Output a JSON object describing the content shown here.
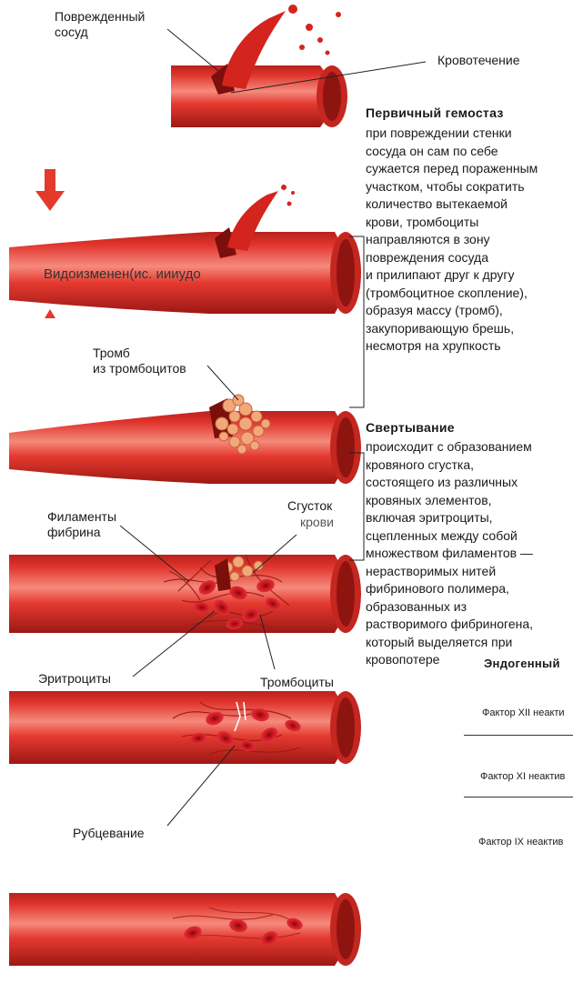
{
  "colors": {
    "vessel": "#e0332c",
    "vessel_dark": "#a81a18",
    "vessel_light": "#f2877a",
    "lumen": "#8e1410",
    "cell": "#c8151d",
    "platelet": "#f2a97a"
  },
  "labels": {
    "damaged_vessel": "Поврежденный\nсосуд",
    "bleeding": "Кровотечение",
    "vasoconstriction_overlay": "Видоизменен(ис. иииудо",
    "platelet_plug": "Тромб\nиз тромбоцитов",
    "fibrin_filaments": "Филаменты\nфибрина",
    "blood_clot_line1": "Сгусток",
    "blood_clot_line2": "крови",
    "erythrocytes": "Эритроциты",
    "platelets": "Тромбоциты",
    "scarring": "Рубцевание"
  },
  "primary_hemostasis": {
    "title": "Первичный гемостаз",
    "body": "при повреждении стенки\nсосуда он сам по себе\nсужается перед пораженным\nучастком, чтобы сократить\nколичество вытекаемой\nкрови, тромбоциты\nнаправляются в зону\nповреждения сосуда\nи прилипают друг к другу\n(тромбоцитное скопление),\nобразуя массу (тромб),\nзакупоривающую брешь,\nнесмотря на хрупкость"
  },
  "coagulation": {
    "title": "Свертывание",
    "body": "происходит с образованием\nкровяного сгустка,\nсостоящего из различных\nкровяных элементов,\nвключая эритроциты,\nсцепленных между собой\nмножеством филаментов —\nнерастворимых нитей\nфибринового полимера,\nобразованных из\nрастворимого фибриногена,\nкоторый выделяется при\nкровопотере"
  },
  "endogenous": {
    "title": "Эндогенный",
    "factors": [
      "Фактор XII неакти",
      "Фактор XI неактив",
      "Фактор IX неактив"
    ]
  }
}
